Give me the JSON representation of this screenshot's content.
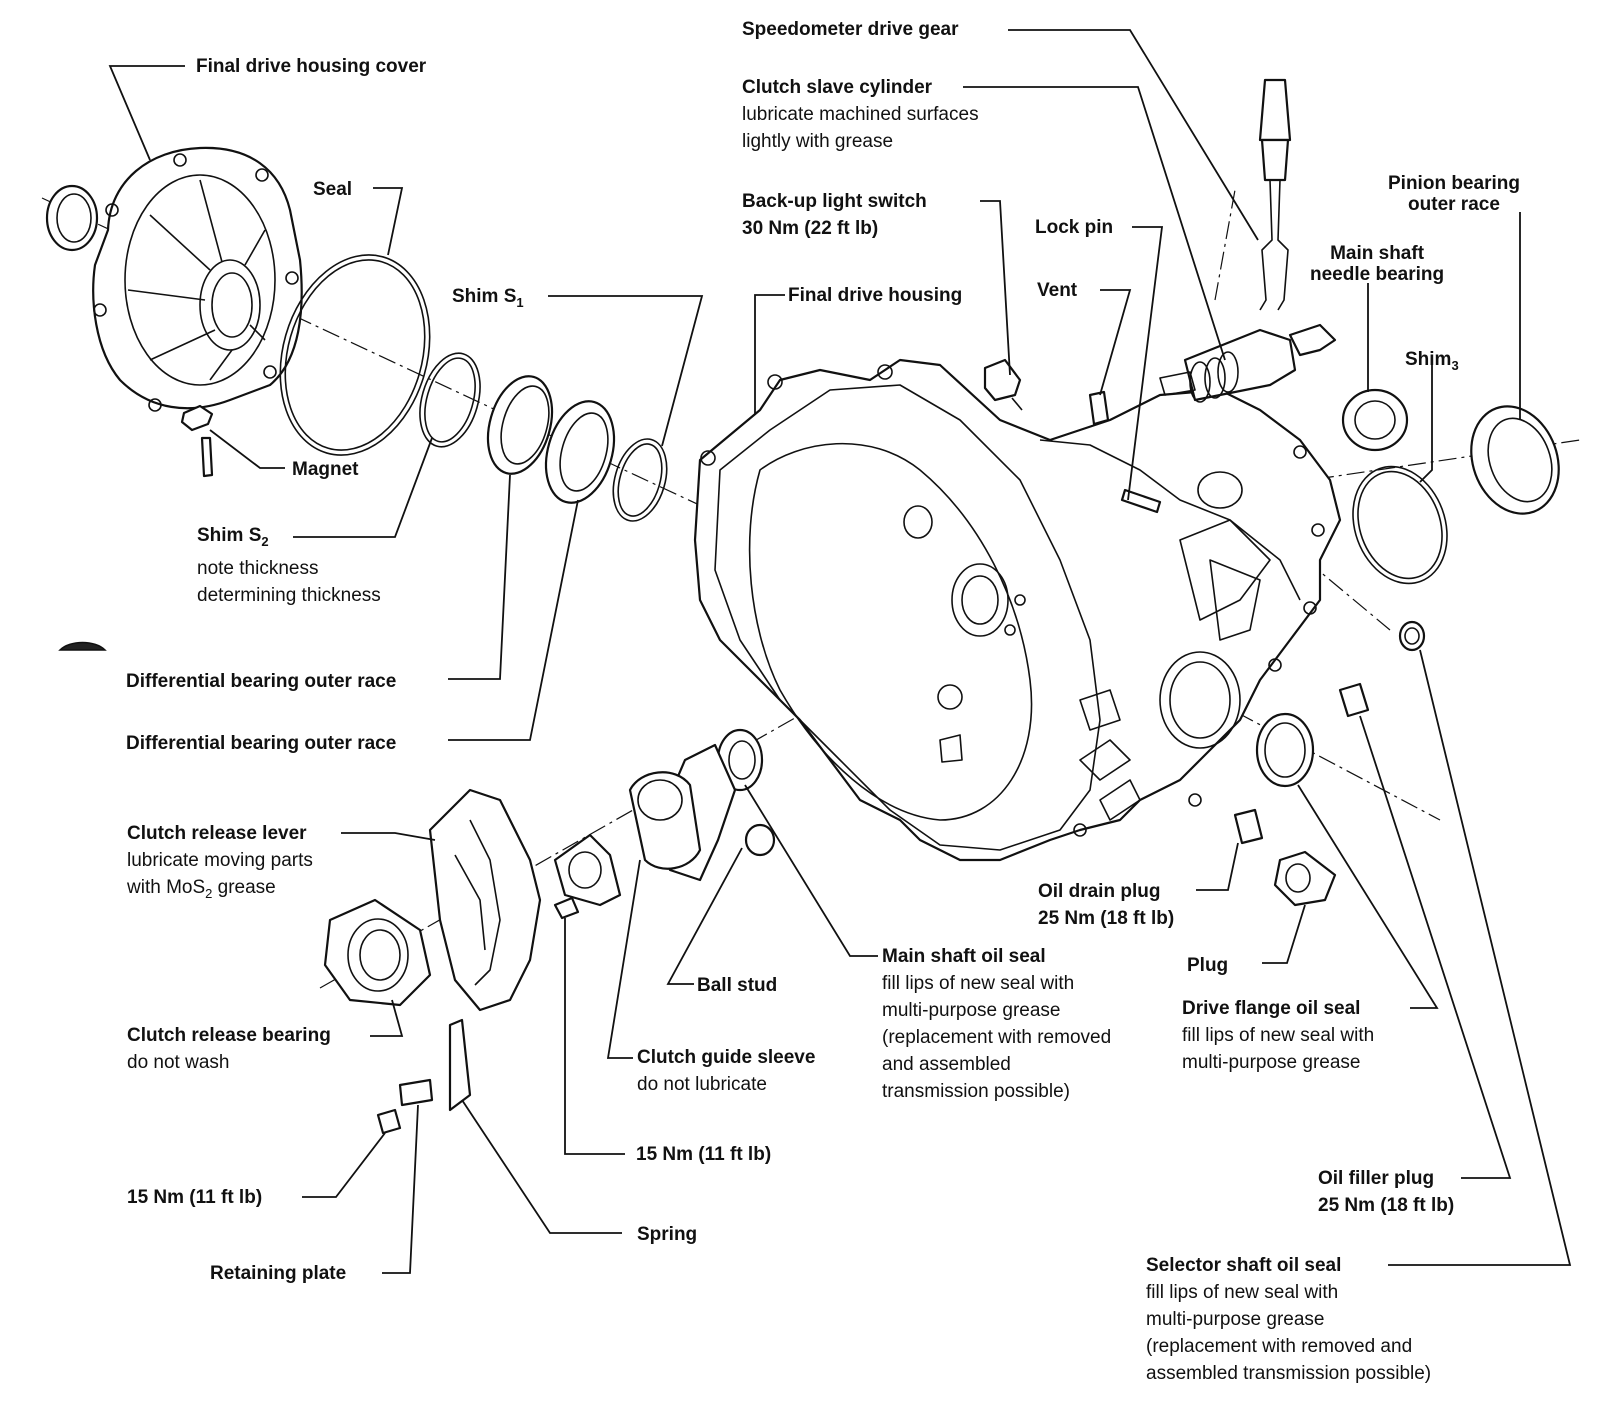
{
  "labels": {
    "speedometer": {
      "title": "Speedometer drive gear"
    },
    "slave_cyl": {
      "title": "Clutch slave cylinder",
      "note1": "lubricate machined surfaces",
      "note2": "lightly with grease"
    },
    "backup": {
      "title": "Back-up light switch",
      "title2": "30 Nm (22 ft lb)"
    },
    "lock_pin": {
      "title": "Lock pin"
    },
    "vent": {
      "title": "Vent"
    },
    "final_housing": {
      "title": "Final drive housing"
    },
    "final_cover": {
      "title": "Final drive housing cover"
    },
    "seal": {
      "title": "Seal"
    },
    "shim_s1": {
      "title": "Shim S",
      "sub": "1"
    },
    "magnet": {
      "title": "Magnet"
    },
    "shim_s2": {
      "title": "Shim S",
      "sub": "2",
      "note1": "note thickness",
      "note2": "determining thickness"
    },
    "diff_race_1": {
      "title": "Differential bearing outer race"
    },
    "diff_race_2": {
      "title": "Differential bearing outer race"
    },
    "pinion_race": {
      "title1": "Pinion bearing",
      "title2": "outer race"
    },
    "needle_bearing": {
      "title1": "Main shaft",
      "title2": "needle bearing"
    },
    "shim3": {
      "title": "Shim",
      "sub": "3"
    },
    "release_lever": {
      "title": "Clutch release lever",
      "note1": "lubricate moving parts",
      "note2_pre": "with MoS",
      "note2_sub": "2",
      "note2_post": " grease"
    },
    "release_bearing": {
      "title": "Clutch release bearing",
      "note1": "do not wash"
    },
    "guide_sleeve": {
      "title": "Clutch guide sleeve",
      "note1": "do not lubricate"
    },
    "ball_stud": {
      "title": "Ball stud"
    },
    "main_seal": {
      "title": "Main shaft oil seal",
      "note1": "fill lips of new seal with",
      "note2": "multi-purpose grease",
      "note3": "(replacement with removed",
      "note4": "and assembled",
      "note5": "transmission possible)"
    },
    "drain_plug": {
      "title": "Oil drain plug",
      "title2": "25 Nm (18 ft lb)"
    },
    "plug": {
      "title": "Plug"
    },
    "flange_seal": {
      "title": "Drive flange oil seal",
      "note1": "fill lips of new seal with",
      "note2": "multi-purpose grease"
    },
    "torque_15_a": {
      "title": "15 Nm (11 ft lb)"
    },
    "torque_15_b": {
      "title": "15 Nm (11 ft lb)"
    },
    "spring": {
      "title": "Spring"
    },
    "retaining_plate": {
      "title": "Retaining plate"
    },
    "filler_plug": {
      "title": "Oil filler plug",
      "title2": "25 Nm (18 ft lb)"
    },
    "selector_seal": {
      "title": "Selector shaft oil seal",
      "note1": "fill lips of new seal with",
      "note2": "multi-purpose grease",
      "note3": "(replacement with removed and",
      "note4": "assembled transmission possible)"
    }
  }
}
